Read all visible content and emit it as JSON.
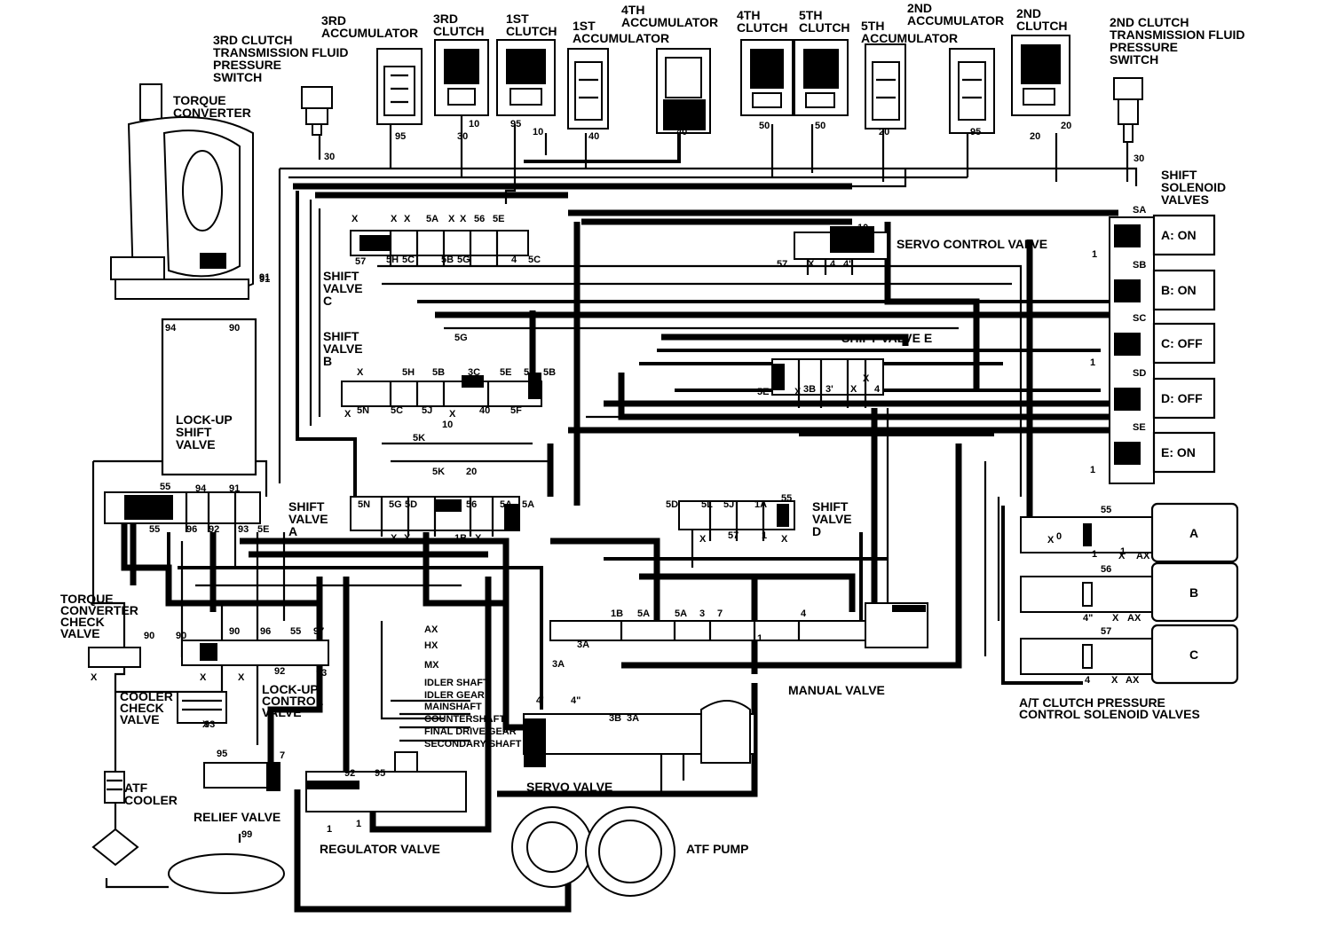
{
  "labels": {
    "third_clutch_pressure_switch": [
      "3RD CLUTCH",
      "TRANSMISSION FLUID",
      "PRESSURE",
      "SWITCH"
    ],
    "third_accumulator": [
      "3RD",
      "ACCUMULATOR"
    ],
    "third_clutch": [
      "3RD",
      "CLUTCH"
    ],
    "first_clutch": [
      "1ST",
      "CLUTCH"
    ],
    "first_accumulator": [
      "1ST",
      "ACCUMULATOR"
    ],
    "fourth_accumulator": [
      "4TH",
      "ACCUMULATOR"
    ],
    "fourth_clutch": [
      "4TH",
      "CLUTCH"
    ],
    "fifth_clutch": [
      "5TH",
      "CLUTCH"
    ],
    "fifth_accumulator": [
      "5TH",
      "ACCUMULATOR"
    ],
    "second_accumulator": [
      "2ND",
      "ACCUMULATOR"
    ],
    "second_clutch": [
      "2ND",
      "CLUTCH"
    ],
    "second_clutch_pressure_switch": [
      "2ND CLUTCH",
      "TRANSMISSION FLUID",
      "PRESSURE",
      "SWITCH"
    ],
    "torque_converter": [
      "TORQUE",
      "CONVERTER"
    ],
    "shift_solenoid_valves": [
      "SHIFT",
      "SOLENOID",
      "VALVES"
    ],
    "servo_control_valve": "SERVO CONTROL VALVE",
    "shift_valve_c": [
      "SHIFT",
      "VALVE",
      "C"
    ],
    "shift_valve_b": [
      "SHIFT",
      "VALVE",
      "B"
    ],
    "shift_valve_e": "SHIFT VALVE E",
    "lockup_shift_valve": [
      "LOCK-UP",
      "SHIFT",
      "VALVE"
    ],
    "shift_valve_a": [
      "SHIFT",
      "VALVE",
      "A"
    ],
    "shift_valve_d": [
      "SHIFT",
      "VALVE",
      "D"
    ],
    "torque_converter_check_valve": [
      "TORQUE",
      "CONVERTER",
      "CHECK",
      "VALVE"
    ],
    "cooler_check_valve": [
      "COOLER",
      "CHECK",
      "VALVE"
    ],
    "lockup_control_valve": [
      "LOCK-UP",
      "CONTROL",
      "VALVE"
    ],
    "manual_valve": "MANUAL VALVE",
    "clutch_pressure_solenoids": [
      "A/T CLUTCH PRESSURE",
      "CONTROL SOLENOID VALVES"
    ],
    "atf_cooler": [
      "ATF",
      "COOLER"
    ],
    "relief_valve": "RELIEF VALVE",
    "regulator_valve": "REGULATOR VALVE",
    "servo_valve": "SERVO VALVE",
    "atf_pump": "ATF PUMP"
  },
  "shift_solenoids": [
    {
      "name": "A",
      "state": "A: ON",
      "port": "SA"
    },
    {
      "name": "B",
      "state": "B: ON",
      "port": "SB"
    },
    {
      "name": "C",
      "state": "C: OFF",
      "port": "SC"
    },
    {
      "name": "D",
      "state": "D: OFF",
      "port": "SD"
    },
    {
      "name": "E",
      "state": "E: ON",
      "port": "SE"
    }
  ],
  "clutch_solenoids": [
    {
      "name": "A",
      "port": "55"
    },
    {
      "name": "B",
      "port": "56"
    },
    {
      "name": "C",
      "port": "57"
    }
  ],
  "accumulator_ports": [
    "30",
    "95",
    "30",
    "10",
    "95",
    "10",
    "40",
    "40",
    "50",
    "50",
    "20",
    "95",
    "20",
    "20",
    "30"
  ],
  "valve_ports": {
    "shift_valve_c_top": [
      "X",
      "X",
      "X",
      "5A",
      "X",
      "X",
      "56",
      "5E"
    ],
    "shift_valve_c_bottom": [
      "57",
      "5H",
      "5C",
      "5B",
      "5G",
      "4",
      "5C"
    ],
    "shift_valve_b_top": [
      "X",
      "5H",
      "5B",
      "3C",
      "5E",
      "5C",
      "5B"
    ],
    "shift_valve_b_bottom": [
      "X",
      "5N",
      "5C",
      "5J",
      "X",
      "40",
      "5F"
    ],
    "servo_control_ports": [
      "10",
      "57",
      "X",
      "4",
      "4'"
    ],
    "shift_valve_e_ports": [
      "5E",
      "X",
      "3B",
      "3'",
      "X",
      "X",
      "4"
    ],
    "shift_valve_a_top": [
      "5N",
      "5G",
      "5D",
      "1A",
      "56",
      "5A",
      "5A"
    ],
    "shift_valve_a_bottom": [
      "X",
      "X",
      "1B",
      "X"
    ],
    "shift_valve_d_top": [
      "5D",
      "5L",
      "5J",
      "1A",
      "55"
    ],
    "shift_valve_d_bottom": [
      "X",
      "57",
      "1",
      "X"
    ],
    "lockup_ports": [
      "94",
      "90",
      "91",
      "55",
      "94",
      "91",
      "96",
      "92",
      "93",
      "5E",
      "7",
      "55"
    ],
    "misc": [
      "91",
      "5K",
      "5K",
      "20",
      "5G",
      "10",
      "1",
      "1",
      "1",
      "1",
      "3A",
      "3A",
      "1B",
      "5A",
      "5A",
      "3",
      "7",
      "4",
      "1",
      "4'",
      "4\"",
      "3B",
      "3A",
      "3'",
      "99",
      "1",
      "1",
      "92",
      "95",
      "95",
      "7",
      "90",
      "90",
      "90",
      "96",
      "55",
      "97",
      "92",
      "93",
      "X",
      "X",
      "X",
      "X",
      "93"
    ]
  },
  "regulator_list": [
    "AX",
    "HX",
    "MX",
    "IDLER SHAFT",
    "IDLER GEAR",
    "MAINSHAFT",
    "COUNTERSHAFT",
    "FINAL DRIVE GEAR",
    "SECONDARY SHAFT"
  ],
  "solenoid_markings": [
    "X",
    "0",
    "X",
    "AX",
    "4\"",
    "X",
    "AX",
    "4",
    "X",
    "AX",
    "1"
  ]
}
